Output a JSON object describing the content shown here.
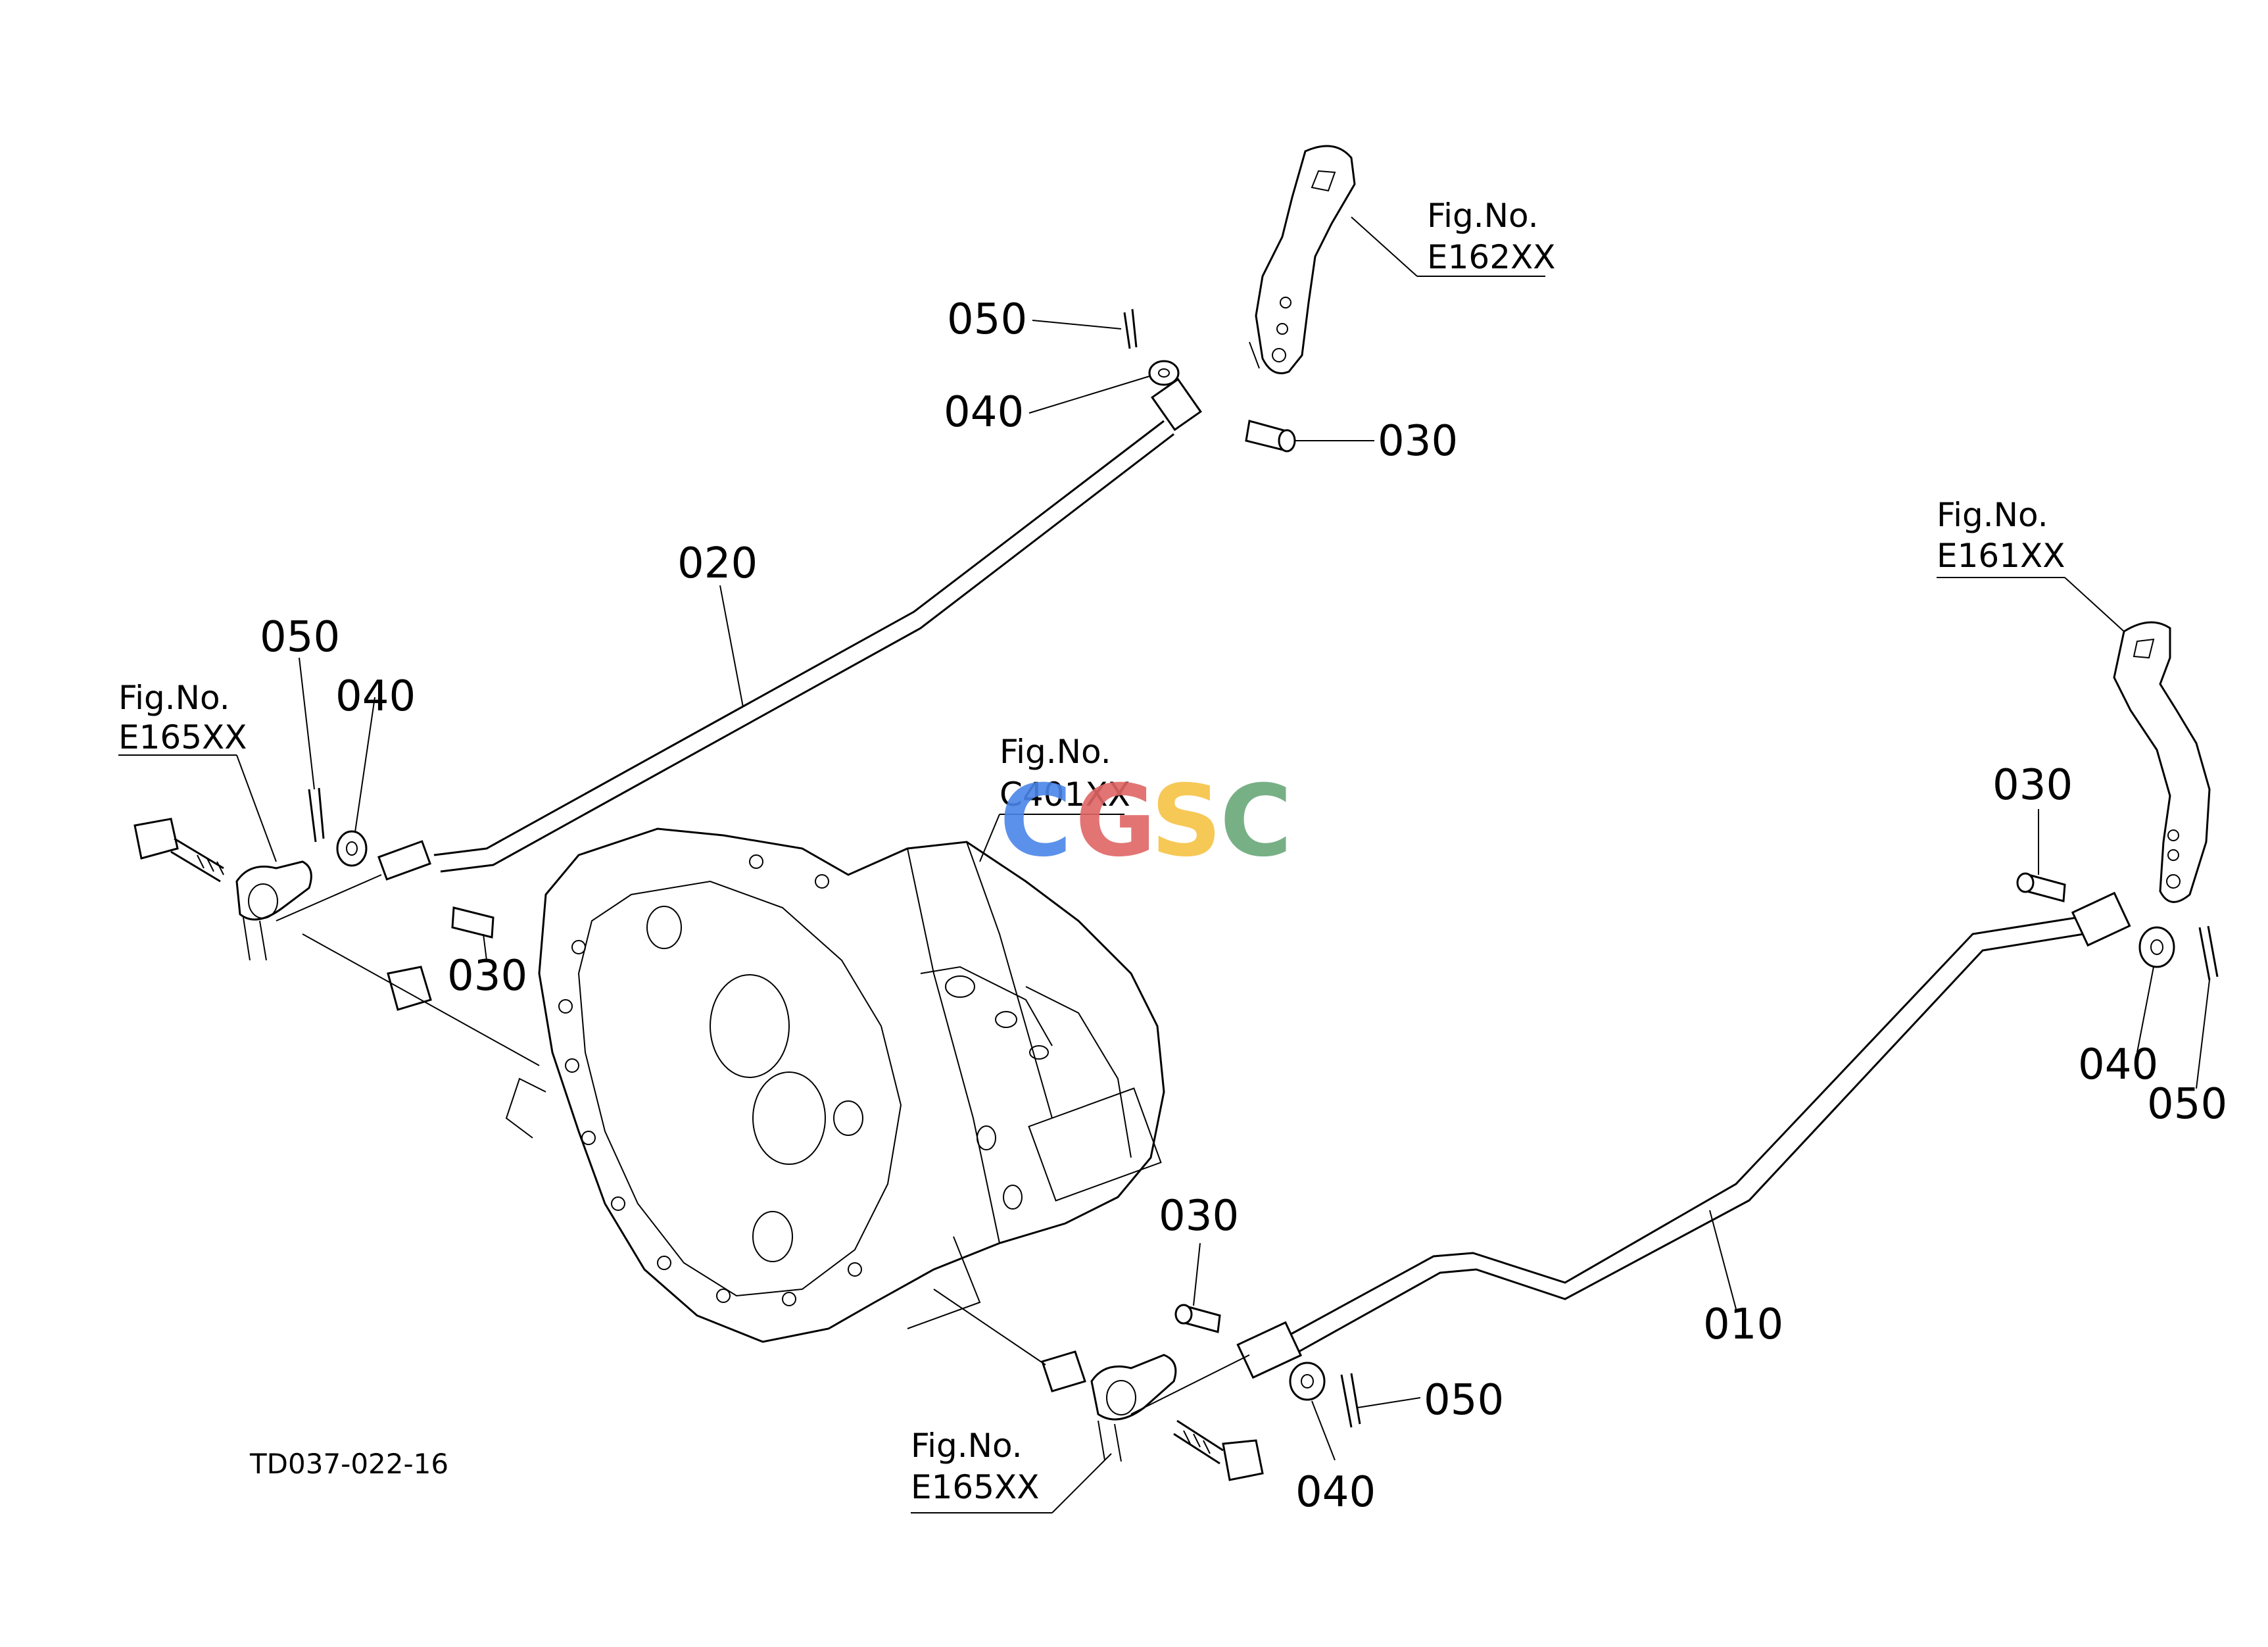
{
  "diagram": {
    "drawing_code": "TD037-022-16",
    "watermark": {
      "letters": [
        "C",
        "G",
        "S",
        "C"
      ],
      "colors": [
        "#4a86e8",
        "#e06666",
        "#f6c344",
        "#6aa879"
      ]
    },
    "part_numbers": {
      "rod_upper": "020",
      "rod_lower": "010",
      "pin": "030",
      "washer": "040",
      "cotter": "050"
    },
    "figure_refs": {
      "upper_arm": {
        "line1": "Fig.No.",
        "line2": "E162XX"
      },
      "right_arm": {
        "line1": "Fig.No.",
        "line2": "E161XX"
      },
      "left_bracket": {
        "line1": "Fig.No.",
        "line2": "E165XX"
      },
      "lower_bracket": {
        "line1": "Fig.No.",
        "line2": "E165XX"
      },
      "housing": {
        "line1": "Fig.No.",
        "line2": "C401XX"
      }
    }
  }
}
